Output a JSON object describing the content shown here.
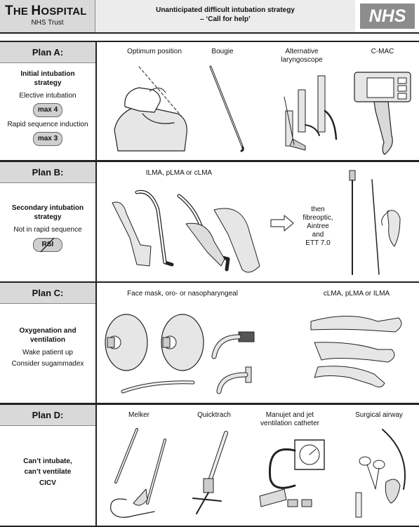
{
  "header": {
    "hospital_name_big_t": "T",
    "hospital_name_rest1": "HE ",
    "hospital_name_big_h": "H",
    "hospital_name_rest2": "OSPITAL",
    "trust": "NHS Trust",
    "strategy_line1": "Unanticipated difficult intubation strategy",
    "strategy_line2": "– ‘Call for help’",
    "logo": "NHS"
  },
  "plans": {
    "a": {
      "title": "Plan A:",
      "heading_line1": "Initial intubation",
      "heading_line2": "strategy",
      "elective": "Elective intubation",
      "elective_max": "max 4",
      "rsi": "Rapid sequence induction",
      "rsi_max": "max 3",
      "captions": [
        "Optimum position",
        "Bougie",
        "Alternative",
        "laryngoscope",
        "C-MAC"
      ]
    },
    "b": {
      "title": "Plan B:",
      "heading_line1": "Secondary intubation",
      "heading_line2": "strategy",
      "note": "Not in rapid sequence",
      "badge": "RSI",
      "caption_left": "ILMA, pLMA or cLMA",
      "then_lines": [
        "then",
        "fibreoptic,",
        "Aintree",
        "and",
        "ETT 7.0"
      ]
    },
    "c": {
      "title": "Plan C:",
      "heading_line1": "Oxygenation and",
      "heading_line2": "ventilation",
      "line1": "Wake patient up",
      "line2": "Consider sugammadex",
      "caption_left": "Face mask, oro- or nasopharyngeal",
      "caption_right": "cLMA, pLMA or ILMA"
    },
    "d": {
      "title": "Plan D:",
      "heading_line1": "Can’t intubate,",
      "heading_line2": "can’t ventilate",
      "heading_line3": "CICV",
      "captions": [
        "Melker",
        "Quicktrach",
        "Manujet and jet",
        "ventilation catheter",
        "Surgical airway"
      ]
    }
  },
  "icons": [
    "patient-position-icon",
    "bougie-icon",
    "laryngoscope-icon",
    "cmac-icon",
    "lma-icon",
    "arrow-right-icon",
    "fibreoptic-icon",
    "face-mask-icon",
    "airway-icon",
    "melker-icon",
    "quicktrach-icon",
    "manujet-icon",
    "surgical-airway-icon"
  ]
}
